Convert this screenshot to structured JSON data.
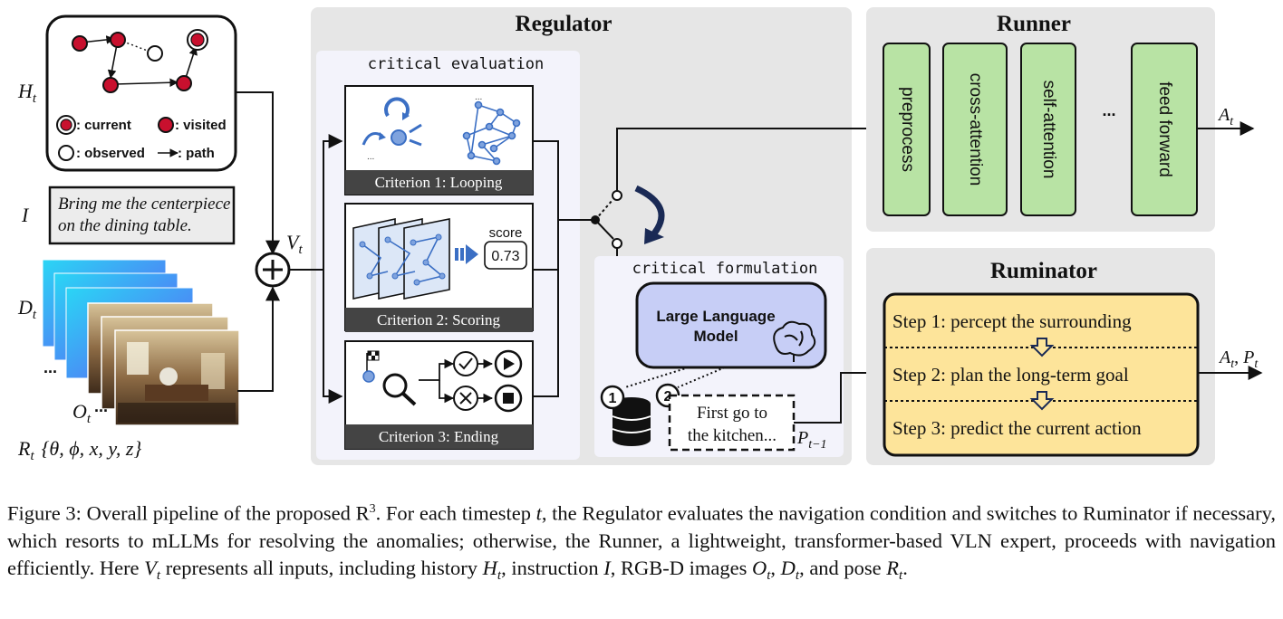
{
  "inputs": {
    "history_label": "H",
    "history_sub": "t",
    "legend": {
      "current": ": current",
      "visited": ": visited",
      "observed": ": observed",
      "path": ": path"
    },
    "instruction_label": "I",
    "instruction_text_line1": "Bring me the centerpiece",
    "instruction_text_line2": "on the dining table.",
    "depth_label": "D",
    "depth_sub": "t",
    "rgb_label": "O",
    "rgb_sub": "t",
    "ellipsis": "...",
    "pose_label": "R",
    "pose_sub": "t",
    "pose_values": "{θ, ϕ, x, y, z}",
    "fusion_label": "V",
    "fusion_sub": "t"
  },
  "regulator": {
    "title": "Regulator",
    "critical_evaluation": "critical evaluation",
    "criterion1": "Criterion 1: Looping",
    "criterion2": "Criterion 2: Scoring",
    "criterion3": "Criterion 3: Ending",
    "score_label": "score",
    "score_value": "0.73",
    "critical_formulation": "critical formulation",
    "llm_line1": "Large Language",
    "llm_line2": "Model",
    "step1_num": "1",
    "step2_num": "2",
    "memory_line1": "First go to",
    "memory_line2": "the kitchen...",
    "prev_plan_label": "P",
    "prev_plan_sub": "t−1"
  },
  "runner": {
    "title": "Runner",
    "blocks": [
      "preprocess",
      "cross-attention",
      "self-attention",
      "feed forward"
    ],
    "ellipsis": "...",
    "output_label": "A",
    "output_sub": "t"
  },
  "ruminator": {
    "title": "Ruminator",
    "steps": [
      "Step 1: percept the surrounding",
      "Step 2: plan the long-term goal",
      "Step 3: predict the current action"
    ],
    "output_label": "A",
    "output_sub": "t",
    "output_sep": ", ",
    "output_label2": "P",
    "output_sub2": "t"
  },
  "caption": {
    "p1": "Figure 3: Overall pipeline of the proposed R",
    "sup": "3",
    "p2": ". For each timestep ",
    "t": "t",
    "p3": ", the Regulator evaluates the navigation condition and switches to Ruminator if necessary, which resorts to mLLMs for resolving the anomalies; otherwise, the Runner, a lightweight, transformer-based VLN expert, proceeds with navigation efficiently. Here ",
    "v": "V",
    "vsub": "t",
    "p4": " represents all inputs, including history ",
    "h": "H",
    "hsub": "t",
    "p5": ", instruction ",
    "i": "I",
    "p6": ", RGB-D images ",
    "o": "O",
    "osub": "t",
    "p7": ", ",
    "d": "D",
    "dsub": "t",
    "p8": ", and pose ",
    "r": "R",
    "rsub": "t",
    "p9": "."
  },
  "colors": {
    "panel": "#e6e6e6",
    "inner_panel": "#f3f3fb",
    "runner_block": "#b8e3a4",
    "ruminator_box": "#fde49a",
    "llm_box": "#c7cef6",
    "node_red": "#c8102e",
    "accent_blue": "#3b6fc4"
  }
}
